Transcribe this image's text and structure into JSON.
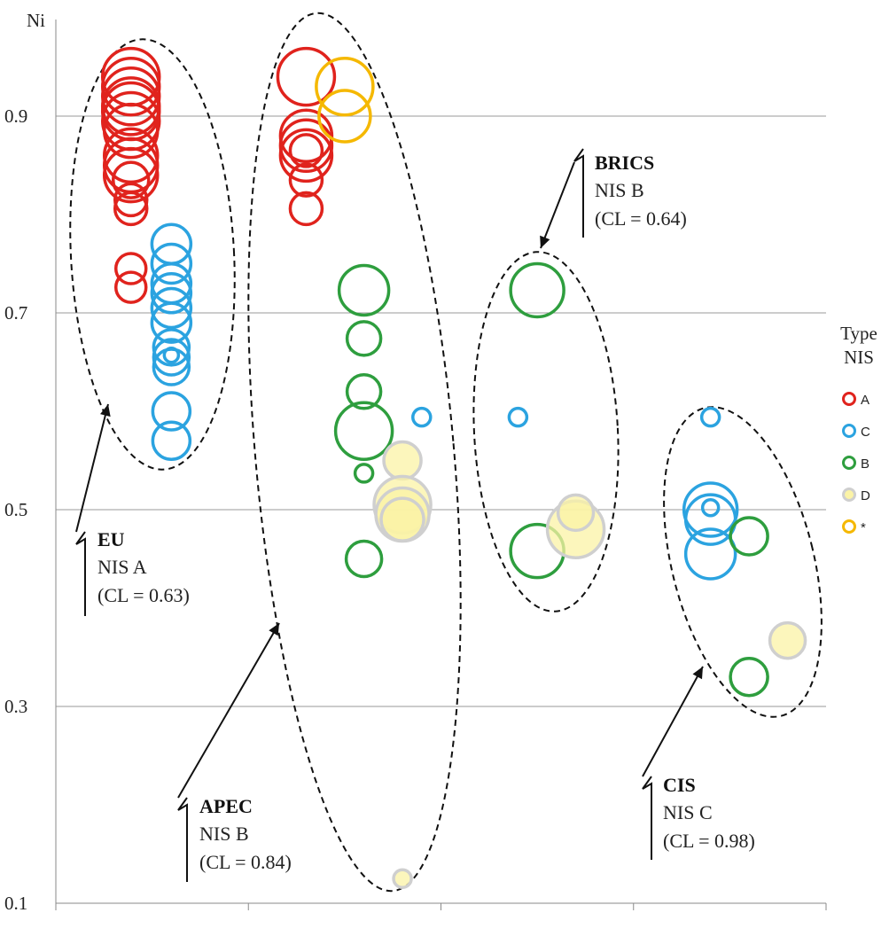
{
  "chart_data": {
    "type": "scatter",
    "ylabel": "Ni",
    "ylim": [
      0.1,
      0.97
    ],
    "y_ticks": [
      {
        "value": 0.1,
        "label": "0.1"
      },
      {
        "value": 0.3,
        "label": "0.3"
      },
      {
        "value": 0.5,
        "label": "0.5"
      },
      {
        "value": 0.7,
        "label": "0.7"
      },
      {
        "value": 0.9,
        "label": "0.9"
      }
    ],
    "grid": true,
    "x_categories": 4,
    "legend": {
      "title_lines": [
        "Type",
        "NIS"
      ],
      "placement": "right",
      "items": [
        {
          "label": "A",
          "color": "#e0231d"
        },
        {
          "label": "C",
          "color": "#2ba3e0"
        },
        {
          "label": "B",
          "color": "#2e9e3e"
        },
        {
          "label": "D",
          "color": "#cfcfcf",
          "fill": "#fbf3a6"
        },
        {
          "label": "*",
          "color": "#f5b800"
        }
      ]
    },
    "groups": [
      {
        "name": "EU",
        "nis": "NIS A",
        "cl": "(CL = 0.63)"
      },
      {
        "name": "APEC",
        "nis": "NIS B",
        "cl": "(CL = 0.84)"
      },
      {
        "name": "BRICS",
        "nis": "NIS B",
        "cl": "(CL = 0.64)"
      },
      {
        "name": "CIS",
        "nis": "NIS C",
        "cl": "(CL = 0.98)"
      }
    ],
    "series": [
      {
        "name": "A",
        "points": [
          {
            "x": 0.39,
            "y": 0.94,
            "s": 32
          },
          {
            "x": 0.39,
            "y": 0.93,
            "s": 32
          },
          {
            "x": 0.39,
            "y": 0.92,
            "s": 32
          },
          {
            "x": 0.39,
            "y": 0.91,
            "s": 32
          },
          {
            "x": 0.39,
            "y": 0.905,
            "s": 32
          },
          {
            "x": 0.39,
            "y": 0.895,
            "s": 32
          },
          {
            "x": 0.39,
            "y": 0.885,
            "s": 30
          },
          {
            "x": 0.39,
            "y": 0.86,
            "s": 30
          },
          {
            "x": 0.39,
            "y": 0.85,
            "s": 30
          },
          {
            "x": 0.39,
            "y": 0.84,
            "s": 30
          },
          {
            "x": 0.39,
            "y": 0.835,
            "s": 20
          },
          {
            "x": 0.39,
            "y": 0.815,
            "s": 18
          },
          {
            "x": 0.39,
            "y": 0.806,
            "s": 18
          },
          {
            "x": 0.39,
            "y": 0.745,
            "s": 17
          },
          {
            "x": 0.39,
            "y": 0.726,
            "s": 17
          },
          {
            "x": 1.3,
            "y": 0.94,
            "s": 32
          },
          {
            "x": 1.3,
            "y": 0.88,
            "s": 29
          },
          {
            "x": 1.3,
            "y": 0.87,
            "s": 29
          },
          {
            "x": 1.3,
            "y": 0.86,
            "s": 29
          },
          {
            "x": 1.3,
            "y": 0.865,
            "s": 18
          },
          {
            "x": 1.3,
            "y": 0.835,
            "s": 18
          },
          {
            "x": 1.3,
            "y": 0.806,
            "s": 18
          }
        ]
      },
      {
        "name": "C",
        "points": [
          {
            "x": 0.6,
            "y": 0.77,
            "s": 22
          },
          {
            "x": 0.6,
            "y": 0.75,
            "s": 22
          },
          {
            "x": 0.6,
            "y": 0.73,
            "s": 22
          },
          {
            "x": 0.6,
            "y": 0.72,
            "s": 22
          },
          {
            "x": 0.6,
            "y": 0.705,
            "s": 22
          },
          {
            "x": 0.6,
            "y": 0.69,
            "s": 22
          },
          {
            "x": 0.6,
            "y": 0.665,
            "s": 20
          },
          {
            "x": 0.6,
            "y": 0.655,
            "s": 20
          },
          {
            "x": 0.6,
            "y": 0.645,
            "s": 20
          },
          {
            "x": 0.6,
            "y": 0.657,
            "s": 8
          },
          {
            "x": 0.6,
            "y": 0.6,
            "s": 21
          },
          {
            "x": 0.6,
            "y": 0.57,
            "s": 21
          },
          {
            "x": 1.9,
            "y": 0.594,
            "s": 10
          },
          {
            "x": 2.4,
            "y": 0.594,
            "s": 10
          },
          {
            "x": 3.4,
            "y": 0.594,
            "s": 10
          },
          {
            "x": 3.4,
            "y": 0.5,
            "s": 30
          },
          {
            "x": 3.4,
            "y": 0.49,
            "s": 28
          },
          {
            "x": 3.4,
            "y": 0.502,
            "s": 9
          },
          {
            "x": 3.4,
            "y": 0.455,
            "s": 28
          }
        ]
      },
      {
        "name": "B",
        "points": [
          {
            "x": 1.6,
            "y": 0.723,
            "s": 28
          },
          {
            "x": 1.6,
            "y": 0.674,
            "s": 19
          },
          {
            "x": 1.6,
            "y": 0.62,
            "s": 19
          },
          {
            "x": 1.6,
            "y": 0.58,
            "s": 32
          },
          {
            "x": 1.6,
            "y": 0.537,
            "s": 10
          },
          {
            "x": 1.6,
            "y": 0.45,
            "s": 20
          },
          {
            "x": 2.5,
            "y": 0.723,
            "s": 30
          },
          {
            "x": 2.5,
            "y": 0.458,
            "s": 30
          },
          {
            "x": 3.6,
            "y": 0.473,
            "s": 21
          },
          {
            "x": 3.6,
            "y": 0.33,
            "s": 21
          }
        ]
      },
      {
        "name": "D",
        "points": [
          {
            "x": 1.8,
            "y": 0.55,
            "s": 21
          },
          {
            "x": 1.8,
            "y": 0.505,
            "s": 32
          },
          {
            "x": 1.8,
            "y": 0.495,
            "s": 30
          },
          {
            "x": 1.8,
            "y": 0.49,
            "s": 24
          },
          {
            "x": 1.8,
            "y": 0.125,
            "s": 10
          },
          {
            "x": 2.7,
            "y": 0.48,
            "s": 32
          },
          {
            "x": 2.7,
            "y": 0.497,
            "s": 20
          },
          {
            "x": 3.8,
            "y": 0.367,
            "s": 20
          }
        ]
      },
      {
        "name": "*",
        "points": [
          {
            "x": 1.5,
            "y": 0.93,
            "s": 32
          },
          {
            "x": 1.5,
            "y": 0.9,
            "s": 29
          }
        ]
      }
    ]
  }
}
